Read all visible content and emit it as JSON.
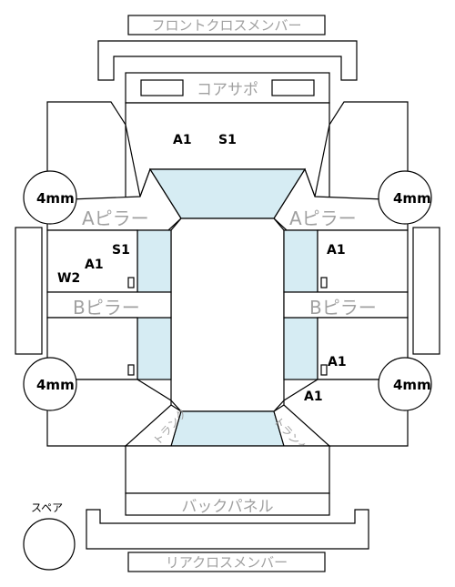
{
  "labels": {
    "front_cross_member": "フロントクロスメンバー",
    "core_support": "コアサポ",
    "a_pillar_left": "Aピラー",
    "a_pillar_right": "Aピラー",
    "b_pillar_left": "Bピラー",
    "b_pillar_right": "Bピラー",
    "back_panel": "バックパネル",
    "rear_cross_member": "リアクロスメンバー",
    "spare": "スペア",
    "trunk_left": "トランク",
    "trunk_right": "トランク"
  },
  "tires": {
    "front_left": "4mm",
    "front_right": "4mm",
    "rear_left": "4mm",
    "rear_right": "4mm"
  },
  "codes": {
    "hood_a1": "A1",
    "hood_s1": "S1",
    "front_left_door_s1": "S1",
    "front_left_door_a1": "A1",
    "front_left_door_w2": "W2",
    "front_right_door_a1": "A1",
    "rear_right_door_a1": "A1",
    "rear_right_quarter_a1": "A1"
  },
  "colors": {
    "glass": "#d6ecf3",
    "label_gray": "#a0a0a0",
    "outline": "#000000"
  }
}
